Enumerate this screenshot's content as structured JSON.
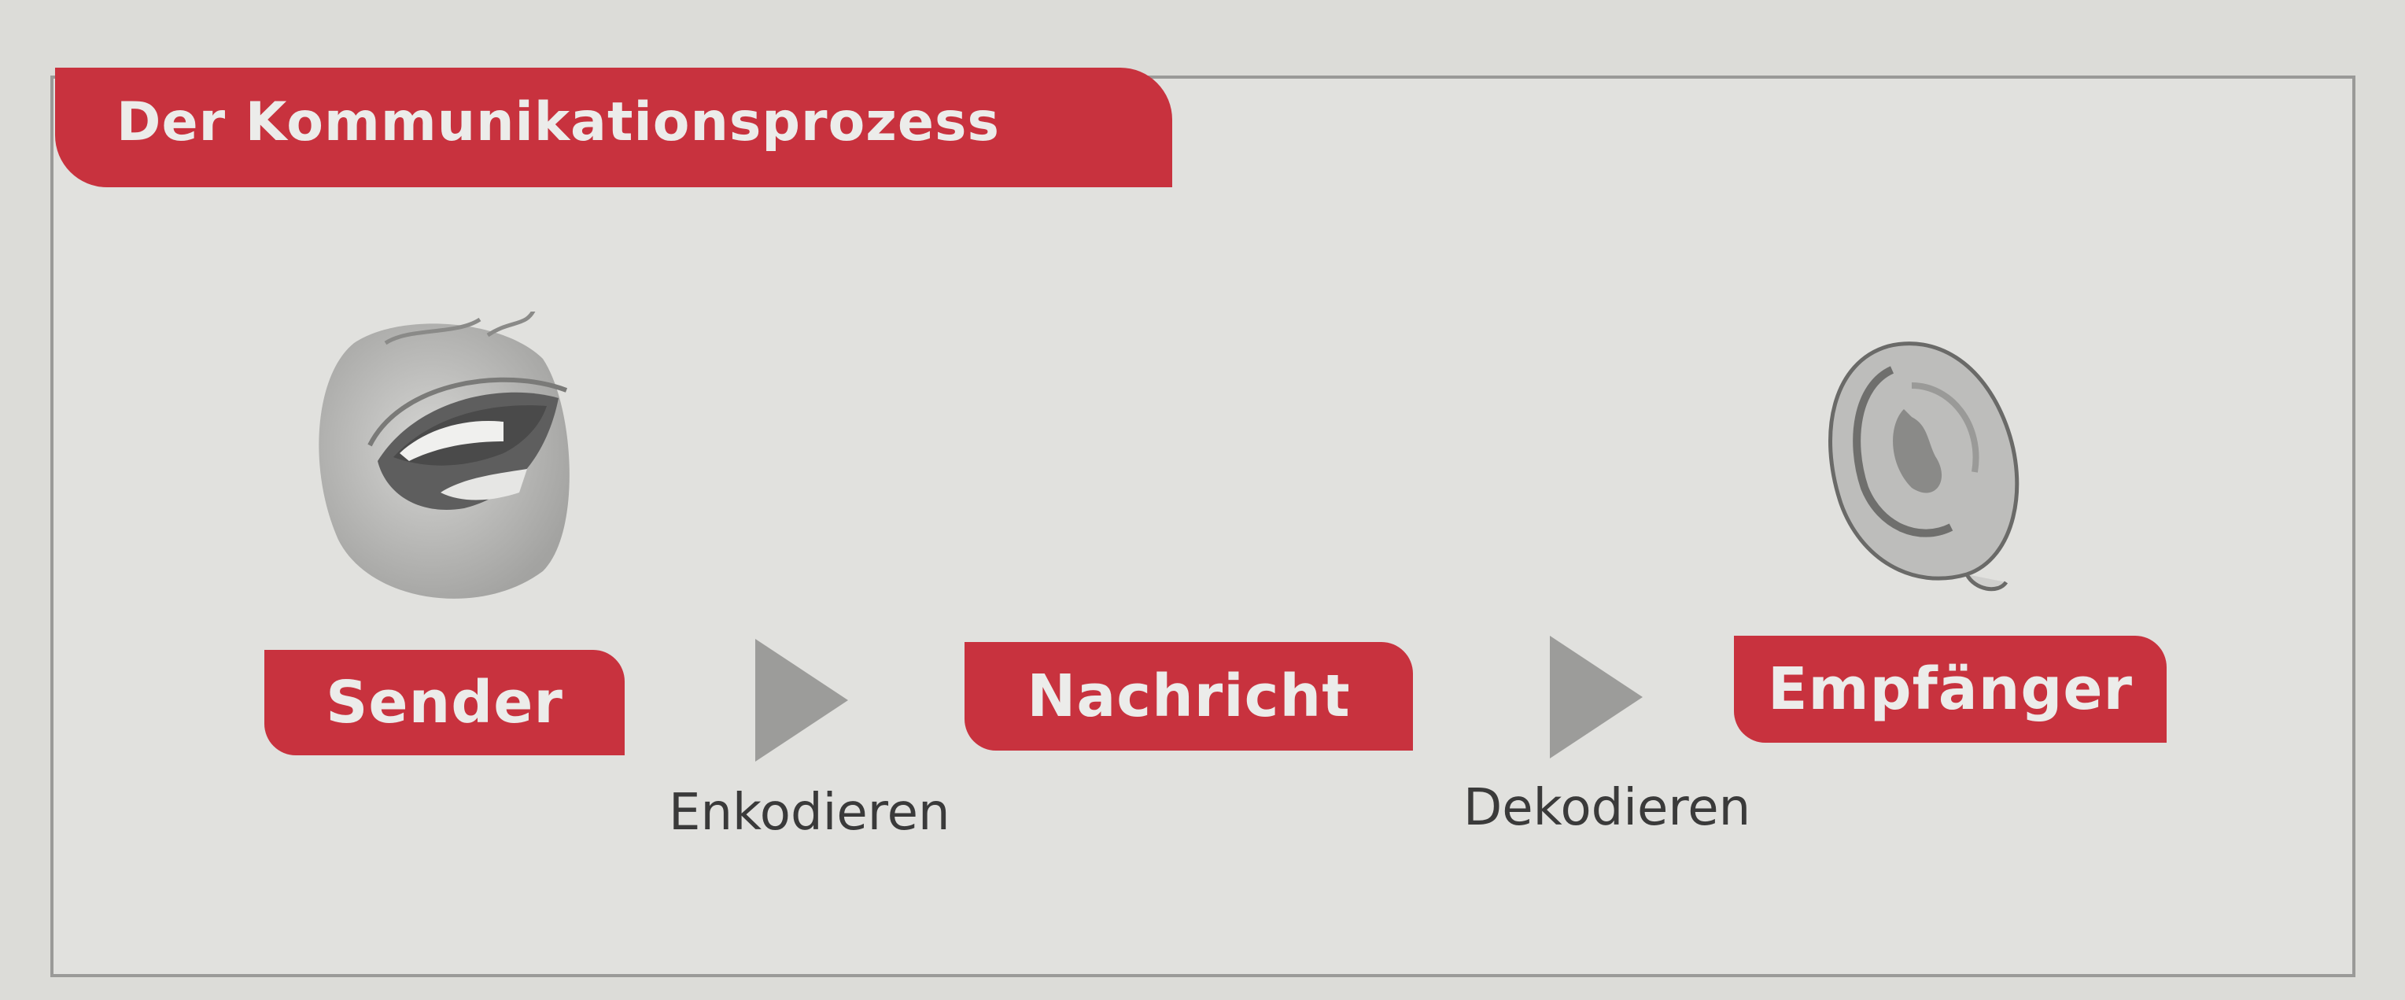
{
  "title": "Der Kommunikationsprozess",
  "steps": [
    {
      "label": "Sender",
      "icon": "mouth-icon"
    },
    {
      "label": "Nachricht"
    },
    {
      "label": "Empfänger",
      "icon": "ear-icon"
    }
  ],
  "transitions": [
    {
      "label": "Enkodieren",
      "icon": "arrow-right-icon"
    },
    {
      "label": "Dekodieren",
      "icon": "arrow-right-icon"
    }
  ],
  "colors": {
    "accent": "#c8323e",
    "background": "#e1e1de",
    "arrow": "#9c9c9a",
    "text": "#3a3a3a"
  }
}
